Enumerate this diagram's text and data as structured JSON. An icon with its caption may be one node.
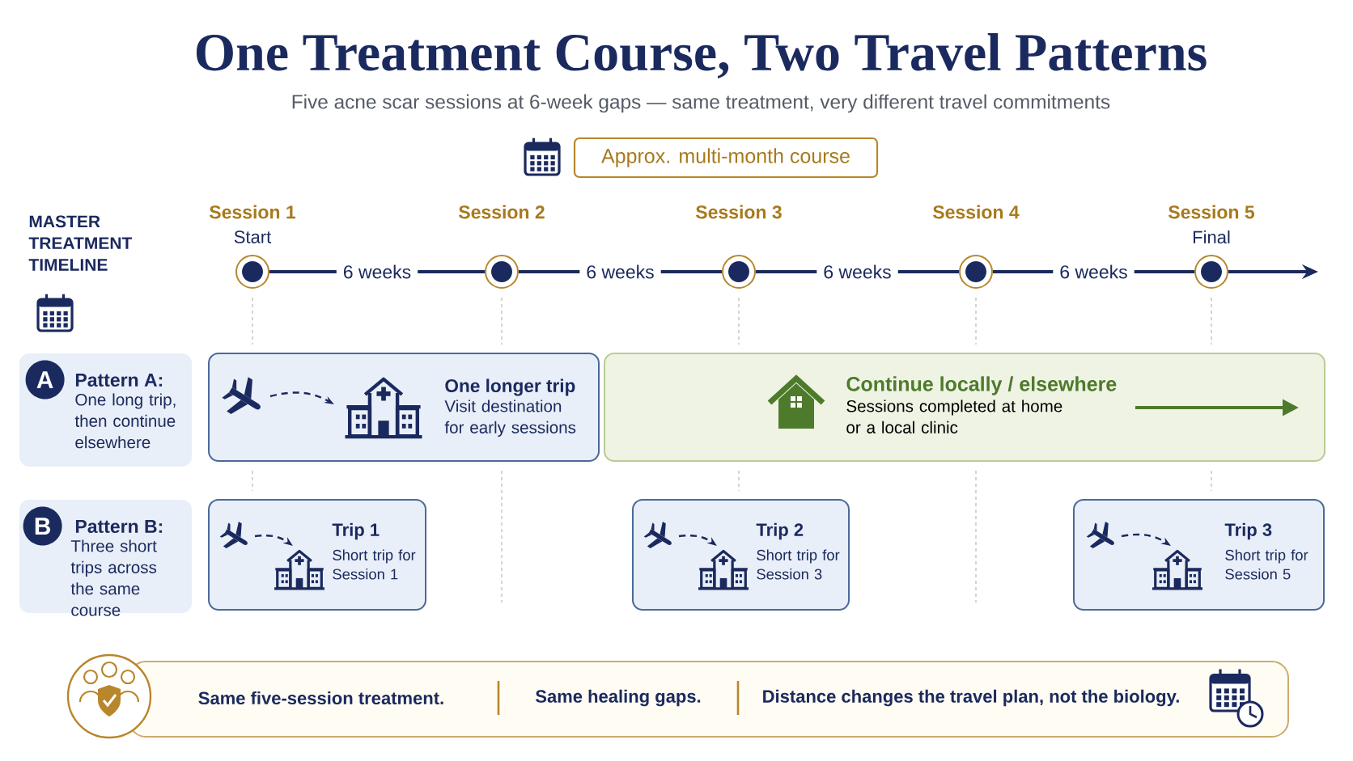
{
  "diagram": {
    "title": "One Treatment Course, Two Travel Patterns",
    "nodes": [
      {
        "text": [
          "Approx. multi-month course"
        ]
      },
      {
        "text": [],
        "shape": "circle",
        "beside": [
          "Session 1",
          "Start"
        ]
      },
      {
        "text": [],
        "shape": "circle",
        "beside": [
          "Session 2"
        ]
      },
      {
        "text": [],
        "shape": "circle",
        "beside": [
          "Session 3"
        ]
      },
      {
        "text": [],
        "shape": "circle",
        "beside": [
          "Session 4"
        ]
      },
      {
        "text": [],
        "shape": "circle",
        "beside": [
          "Session 5",
          "Final"
        ]
      },
      {
        "text": [
          "Pattern A:",
          "One long trip, then continue elsewhere"
        ]
      },
      {
        "text": [
          "A"
        ],
        "in": 6
      },
      {
        "text": [
          "One longer trip",
          "Visit destination for early sessions"
        ]
      },
      {
        "text": [
          "Continue locally / elsewhere",
          "Sessions completed at home or a local clinic"
        ]
      },
      {
        "text": [
          "Pattern B:",
          "Three short trips across the same course"
        ]
      },
      {
        "text": [
          "B"
        ],
        "in": 10
      },
      {
        "text": [
          "Trip 1",
          "Short trip for Session 1"
        ]
      },
      {
        "text": [
          "Trip 2",
          "Short trip for Session 3"
        ]
      },
      {
        "text": [
          "Trip 3",
          "Short trip for Session 5"
        ]
      },
      {
        "text": [
          "Same five-session treatment.",
          "Same healing gaps.",
          "Distance changes the travel plan, not the biology."
        ]
      }
    ],
    "edges": [
      {
        "from": 1,
        "to": 2,
        "arrow": "none",
        "label": "6 weeks"
      },
      {
        "from": 2,
        "to": 3,
        "arrow": "none",
        "label": "6 weeks"
      },
      {
        "from": 3,
        "to": 4,
        "arrow": "none",
        "label": "6 weeks"
      },
      {
        "from": 4,
        "to": 5,
        "arrow": "none",
        "label": "6 weeks"
      },
      {
        "from": 5,
        "to": null,
        "arrow": "to"
      }
    ],
    "labels": [
      "Five acne scar sessions at 6-week gaps — same treatment, very different travel commitments",
      "MASTER TREATMENT TIMELINE"
    ]
  }
}
